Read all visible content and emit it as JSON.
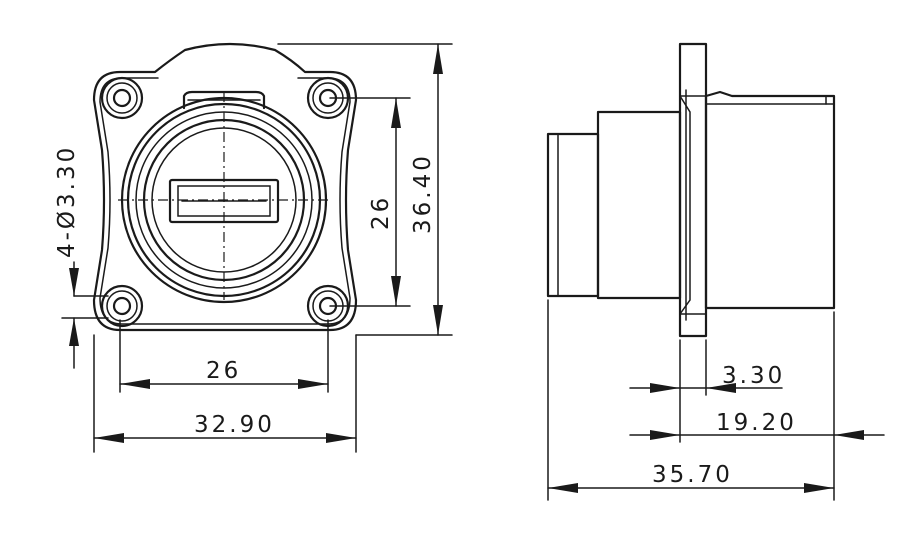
{
  "dimensions": {
    "hole_spec": "4-Ø3.30",
    "inner_height": "26",
    "overall_height": "36.40",
    "hole_spacing": "26",
    "overall_width": "32.90",
    "flange_thickness": "3.30",
    "rear_length": "19.20",
    "total_length": "35.70"
  }
}
